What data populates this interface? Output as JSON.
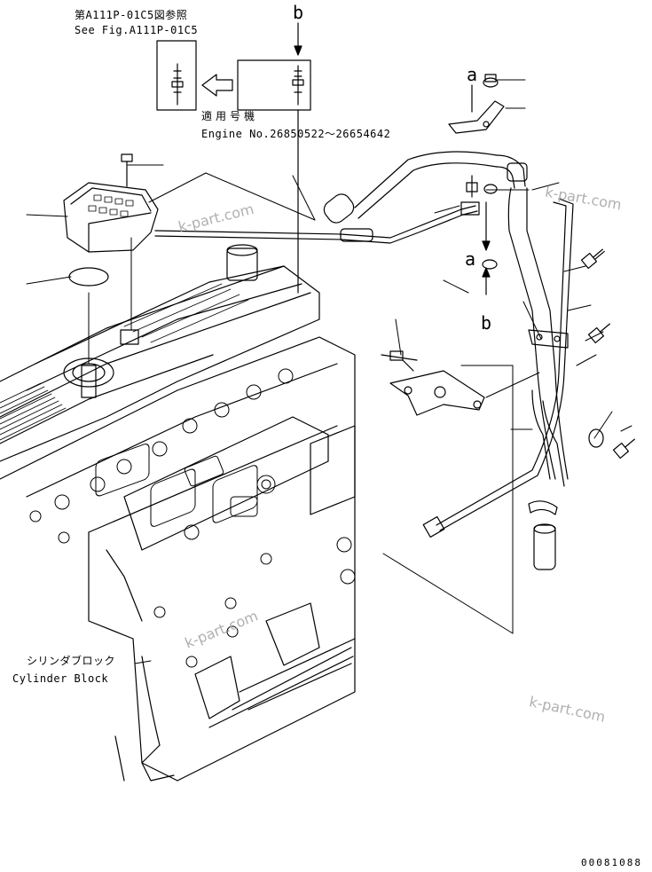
{
  "callouts": {
    "ref_jp": "第A111P-01C5図参照",
    "ref_en": "See Fig.A111P-01C5",
    "applicable_jp": "適用号機",
    "applicable_en": "Engine No.26850522～26654642",
    "cylinder_block_jp": "シリンダブロック",
    "cylinder_block_en": "Cylinder Block"
  },
  "markers": {
    "b_top": "b",
    "a_top": "a",
    "a_mid": "a",
    "b_mid": "b"
  },
  "watermarks": [
    "k-part.com",
    "k-part.com",
    "k-part.com",
    "k-part.com"
  ],
  "drawing_number": "00081088",
  "colors": {
    "line": "#000000",
    "background": "#ffffff",
    "watermark": "#b0b0b0"
  }
}
